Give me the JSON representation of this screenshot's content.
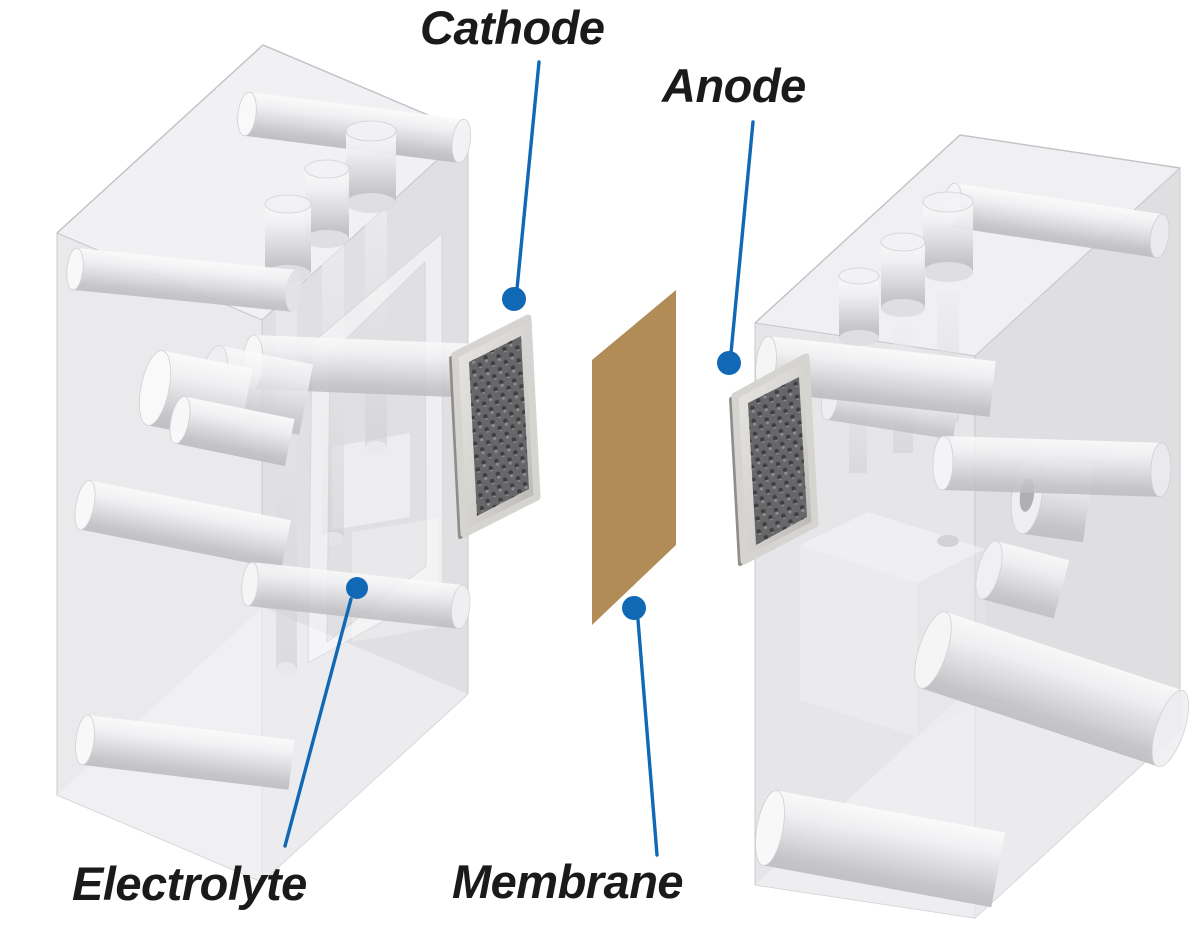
{
  "labels": {
    "cathode": "Cathode",
    "anode": "Anode",
    "electrolyte": "Electrolyte",
    "membrane": "Membrane"
  },
  "colors": {
    "callout_blue": "#1168B5",
    "membrane_tan": "#B28C57",
    "electrode_mesh_dark": "#67676A",
    "electrode_frame_silver": "#D6D4D0",
    "block_glass_gray": "#E6E6E9",
    "label_text": "#1A1A1A"
  }
}
